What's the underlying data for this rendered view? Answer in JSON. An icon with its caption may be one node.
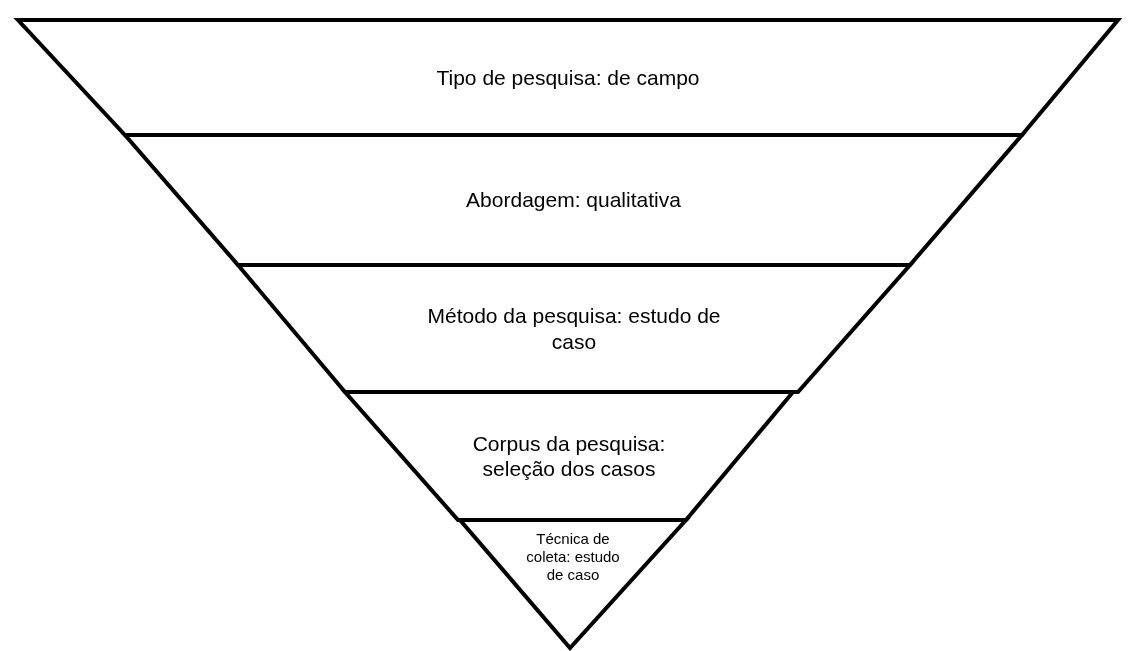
{
  "diagram": {
    "nodes": [
      {
        "text": [
          "Tipo de pesquisa: de campo"
        ]
      },
      {
        "text": [
          "Abordagem: qualitativa"
        ]
      },
      {
        "text": [
          "Método da pesquisa: estudo de caso"
        ]
      },
      {
        "text": [
          "Corpus da pesquisa: seleção dos casos"
        ]
      },
      {
        "text": [
          "Técnica de coleta: estudo de caso"
        ]
      }
    ]
  }
}
